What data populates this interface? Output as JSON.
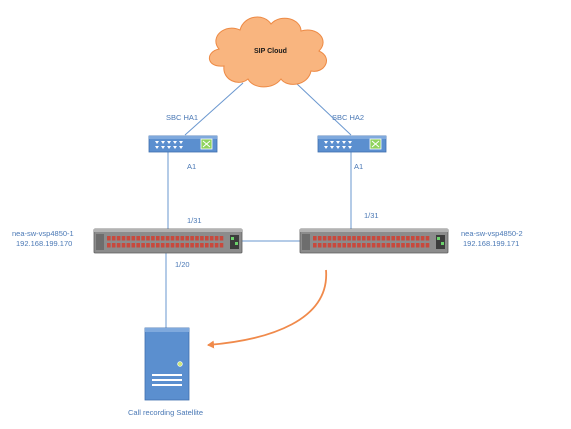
{
  "cloud": {
    "label": "SIP Cloud"
  },
  "sbc": [
    {
      "label": "SBC HA1",
      "port": "A1"
    },
    {
      "label": "SBC HA2",
      "port": "A1"
    }
  ],
  "switches": [
    {
      "hostname": "nea-sw-vsp4850-1",
      "ip": "192.168.199.170",
      "uplink_port": "1/31",
      "downlink_port": "1/20"
    },
    {
      "hostname": "nea-sw-vsp4850-2",
      "ip": "192.168.199.171",
      "uplink_port": "1/31"
    }
  ],
  "server": {
    "label": "Call recording Satellite"
  },
  "colors": {
    "cloud_fill": "#f9b57f",
    "cloud_stroke": "#ed8a45",
    "link": "#6a97cf",
    "label": "#4a78b5",
    "mirror_arrow": "#f08a4b",
    "sbc_fill": "#5b8fcf",
    "switch_body": "#8c8c8c",
    "switch_ports": "#c8493d",
    "server_fill": "#5b8fcf"
  }
}
